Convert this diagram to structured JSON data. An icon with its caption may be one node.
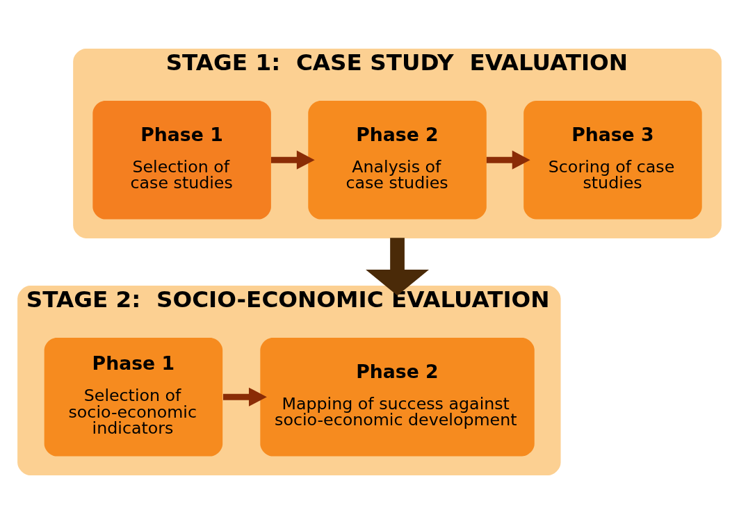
{
  "diagram": {
    "nodes": [
      {
        "text": [
          "STAGE 1:  CASE STUDY  EVALUATION"
        ]
      },
      {
        "text": [
          "Phase 1",
          "Selection of case studies"
        ],
        "in": 0
      },
      {
        "text": [
          "Phase 2",
          "Analysis of case studies"
        ],
        "in": 0
      },
      {
        "text": [
          "Phase 3",
          "Scoring of case studies"
        ],
        "in": 0
      },
      {
        "text": [
          "STAGE 2:  SOCIO-ECONOMIC EVALUATION"
        ]
      },
      {
        "text": [
          "Phase 1",
          "Selection of socio-economic indicators"
        ],
        "in": 4
      },
      {
        "text": [
          "Phase 2",
          "Mapping of success against socio-economic development"
        ],
        "in": 4
      }
    ],
    "edges": [
      {
        "from": 1,
        "to": 2,
        "arrow": "to"
      },
      {
        "from": 2,
        "to": 3,
        "arrow": "to"
      },
      {
        "from": 0,
        "to": 4,
        "arrow": "to",
        "style": "thick",
        "color": "#4a2a08"
      },
      {
        "from": 5,
        "to": 6,
        "arrow": "to"
      }
    ]
  }
}
